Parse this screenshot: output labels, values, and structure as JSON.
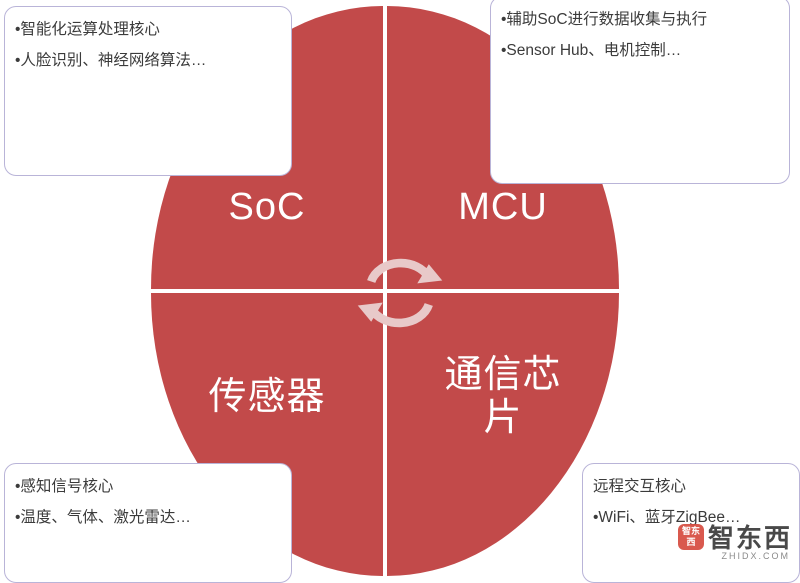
{
  "diagram": {
    "center_icon": "recycle-arrows-icon",
    "quadrants": [
      {
        "key": "soc",
        "label": "SoC",
        "color": "#c24a4a"
      },
      {
        "key": "mcu",
        "label": "MCU",
        "color": "#c24a4a"
      },
      {
        "key": "sensor",
        "label": "传感器",
        "color": "#c24a4a"
      },
      {
        "key": "comm",
        "label": "通信芯\n片",
        "color": "#c24a4a"
      }
    ],
    "callouts": [
      {
        "key": "soc",
        "position": "top-left",
        "lines": [
          "•智能化运算处理核心",
          "•人脸识别、神经网络算法…"
        ]
      },
      {
        "key": "mcu",
        "position": "top-right",
        "lines": [
          "•辅助SoC进行数据收集与执行",
          "•Sensor Hub、电机控制…"
        ]
      },
      {
        "key": "sensor",
        "position": "bottom-left",
        "lines": [
          "•感知信号核心",
          "•温度、气体、激光雷达…"
        ]
      },
      {
        "key": "comm",
        "position": "bottom-right",
        "lines": [
          "远程交互核心",
          "•WiFi、蓝牙ZigBee…"
        ]
      }
    ]
  },
  "watermark": {
    "badge": "智东西",
    "text": "智东西",
    "sub": "ZHIDX.COM"
  },
  "colors": {
    "quadrant": "#c24a4a",
    "callout_border": "#b9b4d8",
    "text": "#3b3b3b",
    "accent": "#d64b3f"
  }
}
